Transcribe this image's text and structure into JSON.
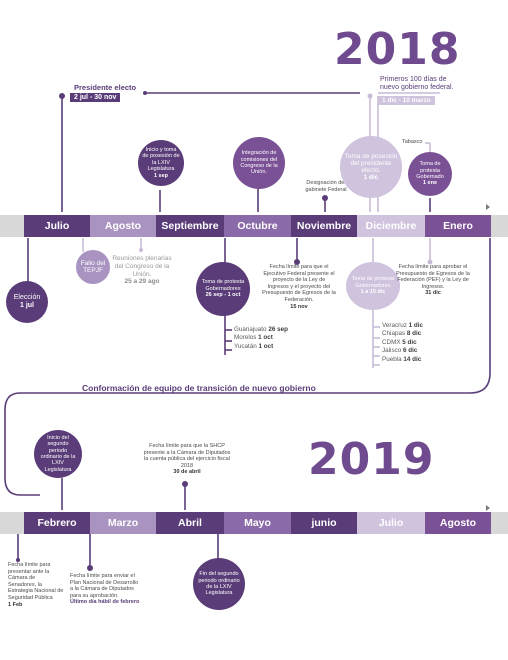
{
  "years": {
    "y2018": "2018",
    "y2019": "2019"
  },
  "colors": {
    "dark": "#5a3d78",
    "mid": "#7b5196",
    "light": "#a993c1",
    "pale": "#cfc3dd",
    "gray": "#d8d8d8"
  },
  "months2018": [
    "Julio",
    "Agosto",
    "Septiembre",
    "Octubre",
    "Noviembre",
    "Diciembre",
    "Enero"
  ],
  "months2019": [
    "Febrero",
    "Marzo",
    "Abril",
    "Mayo",
    "junio",
    "Julio",
    "Agosto"
  ],
  "presidente": {
    "title": "Presidente electo",
    "dates": "2 jul - 30 nov"
  },
  "cien_dias": {
    "line1": "Primeros 100 días de",
    "line2": "nuevo gobierno federal.",
    "dates": "1 dic - 10 marzo"
  },
  "eleccion": {
    "title": "Elección",
    "date": "1 jul"
  },
  "tepjf": {
    "text": "Fallo del TEPJF"
  },
  "reuniones": {
    "text": "Reuniones plenarias del Congreso de la Unión.",
    "date": "25 a 29 ago"
  },
  "legislatura": {
    "text": "Inicio y toma de posesión de la LXIV Legislatura",
    "date": "1 sep"
  },
  "gobernadores_sep": {
    "text": "Toma de protesta Gobernadores",
    "date": "26 sep - 1 oct"
  },
  "estados_sep": [
    {
      "name": "Guanajuato",
      "date": "26 sep"
    },
    {
      "name": "Morelos",
      "date": "1 oct"
    },
    {
      "name": "Yucatán",
      "date": "1 oct"
    }
  ],
  "comisiones": {
    "text": "Integración de comisiones del Congreso de la Unión."
  },
  "gabinete": {
    "text": "Designación del gabinete Federal"
  },
  "presupuesto": {
    "text": "Fecha límite para que el Ejecutivo Federal presente el proyecto de la Ley de Ingresos y el proyecto del Presupuesto de Egresos de la Federación.",
    "date": "15 nov"
  },
  "toma_presidente": {
    "text": "Toma de posesión del presidente electo.",
    "date": "1 dic"
  },
  "gobernadores_dic": {
    "text": "Toma de protesta Gobernadores",
    "date": "1 a 15 dic"
  },
  "estados_dic": [
    {
      "name": "Veracruz",
      "date": "1 dic"
    },
    {
      "name": "Chiapas",
      "date": "8 dic"
    },
    {
      "name": "CDMX",
      "date": "5 dic"
    },
    {
      "name": "Jalisco",
      "date": "6 dic"
    },
    {
      "name": "Puebla",
      "date": "14 dic"
    }
  ],
  "aprobar": {
    "text": "Fecha límite para aprobar el Presupuesto de Egresos de la Federación (PEF) y la Ley de Ingresos.",
    "date": "31 dic"
  },
  "tabasco": {
    "text": "Tabasco"
  },
  "gob_ene": {
    "text": "Toma de protesta Gobernado",
    "date": "1 ene"
  },
  "transicion": {
    "text": "Conformación de equipo de transición de nuevo gobierno"
  },
  "segundo_periodo": {
    "text": "Inicio del segundo periodo ordinario de la LXIV Legislatura"
  },
  "seguridad": {
    "text": "Fecha límite para presentar ante la Cámara de Senadores, la Estrategia Nacional de Seguridad Pública",
    "date": "1 Feb"
  },
  "plan_nacional": {
    "text": "Fecha límite para enviar el Plan Nacional de Desarrollo a la Cámara de Diputados para su aprobación.",
    "date": "Último día hábil de febrero"
  },
  "cuenta_publica": {
    "text": "Fecha límite para que la SHCP presente a la Cámara de Diputados la cuenta pública del ejercicio fiscal 2018",
    "date": "30 de abril"
  },
  "fin_periodo": {
    "text": "Fin del segundo periodo ordinario de la LXIV Legislatura"
  }
}
